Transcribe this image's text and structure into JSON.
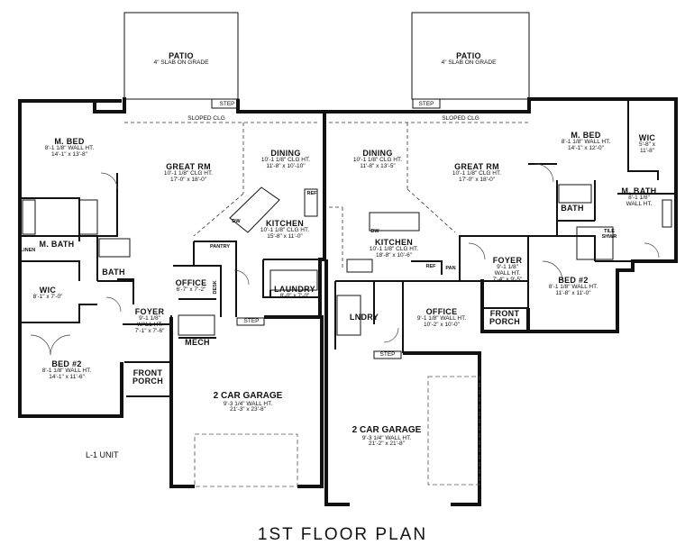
{
  "plan_title": "1ST FLOOR PLAN",
  "unit_label": "L-1 UNIT",
  "patio_left": {
    "name": "PATIO",
    "note": "4\" SLAB ON GRADE"
  },
  "patio_right": {
    "name": "PATIO",
    "note": "4\" SLAB ON GRADE"
  },
  "sloped_left": "SLOPED CLG",
  "sloped_right": "SLOPED CLG",
  "step_labels": [
    "STEP",
    "STEP",
    "STEP",
    "STEP"
  ],
  "left": {
    "mbed": {
      "name": "M. BED",
      "l1": "8'-1 1/8\" WALL HT.",
      "l2": "14'-1\" x 13'-8\""
    },
    "great": {
      "name": "GREAT RM",
      "l1": "10'-1 1/8\" CLG HT.",
      "l2": "17'-0\" x 18'-0\""
    },
    "dining": {
      "name": "DINING",
      "l1": "10'-1 1/8\" CLG HT.",
      "l2": "11'-8\" x 10'-10\""
    },
    "kitchen": {
      "name": "KITCHEN",
      "l1": "10'-1 1/8\" CLG HT.",
      "l2": "15'-8\" x 11'-0\""
    },
    "mbath": {
      "name": "M. BATH"
    },
    "wic": {
      "name": "WIC",
      "l1": "8'-1\" x 7'-0\""
    },
    "bath": {
      "name": "BATH"
    },
    "linen": "LINEN",
    "pantry": "PANTRY",
    "ref": "REF",
    "dw": "DW",
    "office": {
      "name": "OFFICE",
      "l1": "6'-7\" x 7'-2\""
    },
    "desk": "DESK",
    "laundry": {
      "name": "LAUNDRY",
      "l1": "8'-0\" x 7'-0\""
    },
    "foyer": {
      "name": "FOYER",
      "l1": "9'-1 1/8\"",
      "l2": "WALL HT.",
      "l3": "7'-1\" x 7'-6\""
    },
    "mech": "MECH",
    "bed2": {
      "name": "BED #2",
      "l1": "8'-1 1/8\" WALL HT.",
      "l2": "14'-1\" x 11'-6\""
    },
    "porch": {
      "l1": "FRONT",
      "l2": "PORCH"
    },
    "garage": {
      "name": "2 CAR GARAGE",
      "l1": "9'-3 1/4\" WALL HT.",
      "l2": "21'-3\" x 23'-8\""
    }
  },
  "right": {
    "dining": {
      "name": "DINING",
      "l1": "10'-1 1/8\" CLG HT.",
      "l2": "11'-8\" x 13'-5\""
    },
    "great": {
      "name": "GREAT RM",
      "l1": "10'-1 1/8\" CLG HT.",
      "l2": "17'-0\" x 18'-0\""
    },
    "mbed": {
      "name": "M. BED",
      "l1": "8'-1 1/8\" WALL HT.",
      "l2": "14'-1\" x 12'-0\""
    },
    "wic": {
      "name": "WIC",
      "l1": "5'-8\" x",
      "l2": "11'-8\""
    },
    "mbath": {
      "name": "M. BATH",
      "l1": "8'-1 1/8\"",
      "l2": "WALL HT."
    },
    "bath": {
      "name": "BATH"
    },
    "tile": {
      "l1": "TILE",
      "l2": "SHWR"
    },
    "kitchen": {
      "name": "KITCHEN",
      "l1": "10'-1 1/8\" CLG HT.",
      "l2": "18'-8\" x 10'-6\""
    },
    "dw": "DW",
    "ref": "REF",
    "pan": "PAN",
    "foyer": {
      "name": "FOYER",
      "l1": "9'-1 1/8\"",
      "l2": "WALL HT.",
      "l3": "7'-4\" x 9'-5\""
    },
    "bed2": {
      "name": "BED #2",
      "l1": "8'-1 1/8\" WALL HT.",
      "l2": "11'-8\" x 11'-0\""
    },
    "office": {
      "name": "OFFICE",
      "l1": "9'-1 1/8\" WALL HT.",
      "l2": "10'-2\" x 10'-0\""
    },
    "lndry": "LNDRY",
    "porch": {
      "l1": "FRONT",
      "l2": "PORCH"
    },
    "garage": {
      "name": "2 CAR GARAGE",
      "l1": "9'-3 1/4\" WALL HT.",
      "l2": "21'-2\" x 21'-8\""
    }
  }
}
